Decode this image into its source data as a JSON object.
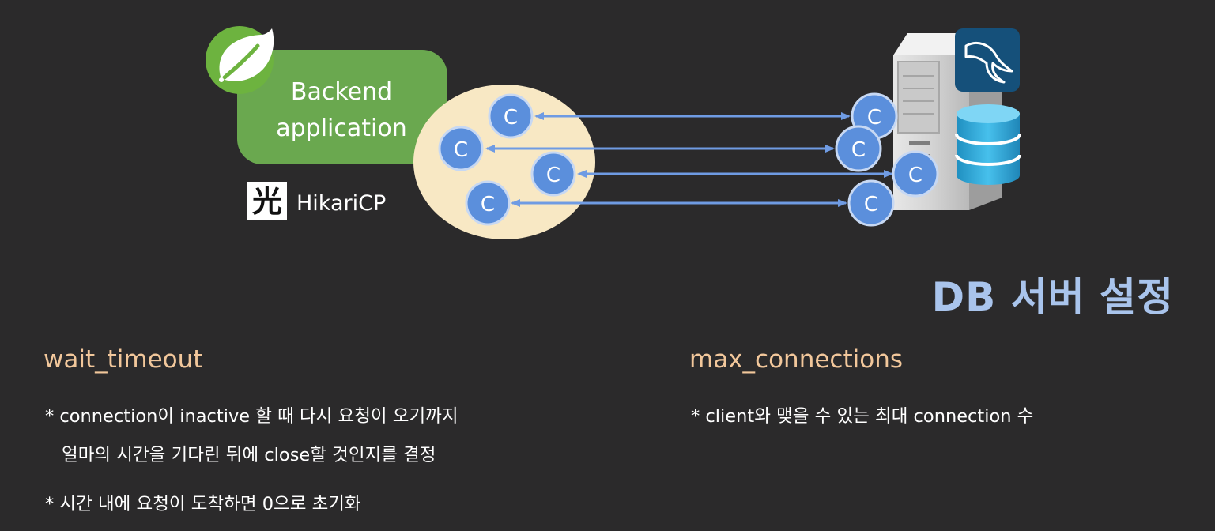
{
  "diagram": {
    "backend_label_line1": "Backend",
    "backend_label_line2": "application",
    "pool_label": "HikariCP",
    "pool_logo_glyph": "光",
    "connection_label": "C",
    "spring_icon": "spring-leaf-icon",
    "mysql_icon": "mysql-dolphin-icon",
    "colors": {
      "backend_box": "#6aa84f",
      "pool_ellipse": "#f8e8c4",
      "connection": "#5b8fdc",
      "arrow": "#6f9be3",
      "spring_logo": "#6db33f",
      "mysql_tile": "#15507a",
      "database": "#2aa4d6"
    }
  },
  "title": "DB 서버 설정",
  "left": {
    "heading": "wait_timeout",
    "line1": "* connection이 inactive 할 때 다시 요청이 오기까지",
    "line2": "얼마의 시간을 기다린 뒤에 close할 것인지를 결정",
    "line3": "* 시간 내에 요청이 도착하면 0으로 초기화"
  },
  "right": {
    "heading": "max_connections",
    "line1": "* client와 맺을 수 있는 최대 connection 수"
  }
}
